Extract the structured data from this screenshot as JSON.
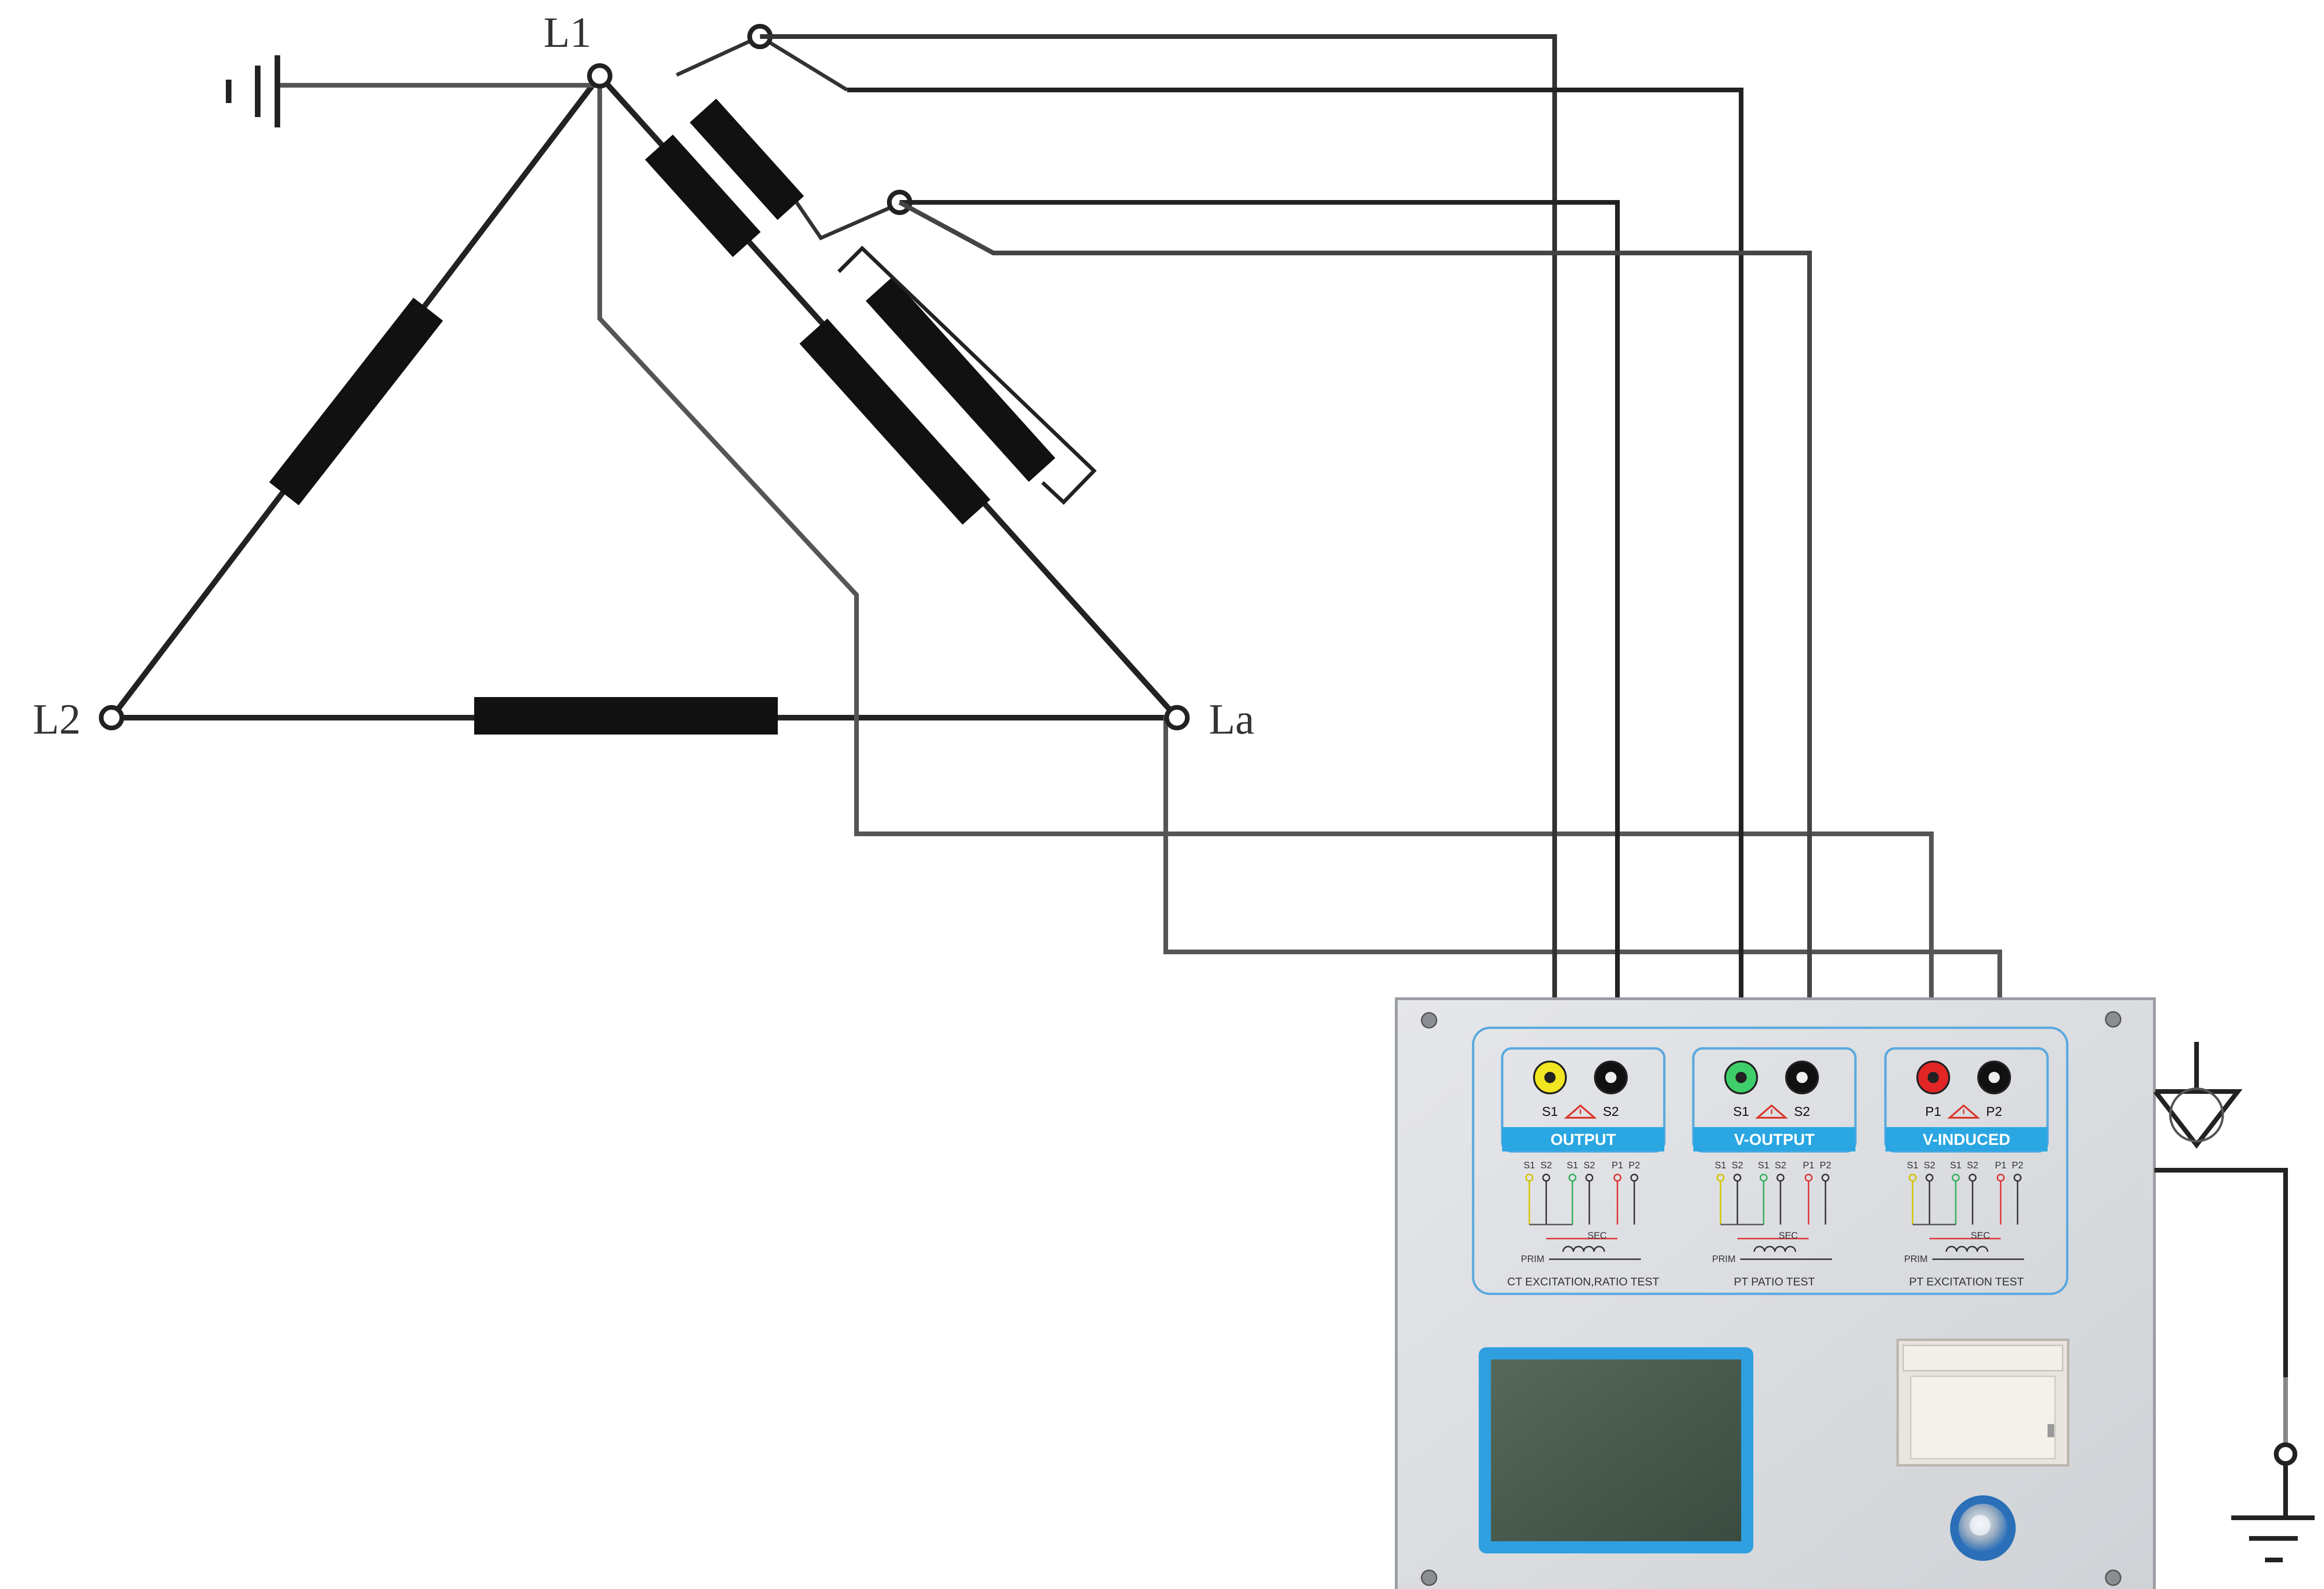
{
  "nodes": {
    "l1": "L1",
    "l2": "L2",
    "l3": "La"
  },
  "groups": [
    {
      "bar": "OUTPUT",
      "left": "S1",
      "right": "S2",
      "caption": "CT EXCITATION,RATIO TEST",
      "left_color": "#f2e521",
      "right_color": "#111111"
    },
    {
      "bar": "V-OUTPUT",
      "left": "S1",
      "right": "S2",
      "caption": "PT PATIO TEST",
      "left_color": "#3fcf6a",
      "right_color": "#111111"
    },
    {
      "bar": "V-INDUCED",
      "left": "P1",
      "right": "P2",
      "caption": "PT EXCITATION TEST",
      "left_color": "#e22626",
      "right_color": "#111111"
    }
  ],
  "schematic_labels": {
    "ct": {
      "s1a": "S1",
      "s2a": "S2",
      "s1b": "S1",
      "s2b": "S2",
      "p1": "P1",
      "p2": "P2",
      "sec": "SEC",
      "prim": "PRIM"
    },
    "pt": {
      "s1a": "S1",
      "s2a": "S2",
      "s1b": "S1",
      "s2b": "S2",
      "p1": "P1",
      "p2": "P2",
      "prim": "PRIM",
      "sec": "SEC"
    },
    "px": {
      "s1a": "S1",
      "s2a": "S2",
      "s1b": "S1",
      "s2b": "S2",
      "p1": "P1",
      "p2": "P2",
      "sec": "SEC",
      "prim": "PRIM"
    }
  },
  "colors": {
    "wire": "#222222",
    "wire_gray": "#555555",
    "panel": "#dcdee1",
    "bar": "#2aa7e2",
    "outline": "#5aa9de",
    "screen": "#44574a",
    "screen_frame": "#2f9fe0"
  },
  "icons": [
    "ground-icon",
    "warning-icon",
    "knob-icon",
    "printer-icon",
    "screw-icon"
  ]
}
